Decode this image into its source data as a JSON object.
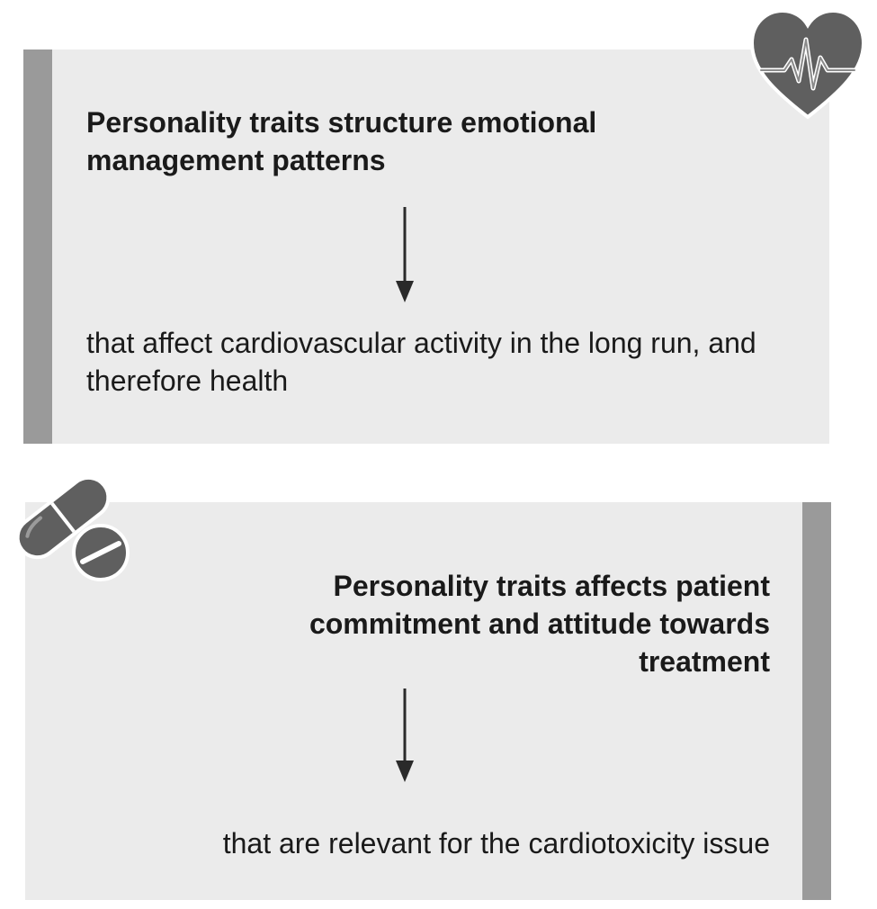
{
  "panels": [
    {
      "heading": "Personality traits structure emotional management patterns",
      "body": "that affect cardiovascular activity in the long run, and therefore health",
      "icon": "heart-pulse-icon"
    },
    {
      "heading": "Personality traits affects patient commitment and attitude towards treatment",
      "body": "that are relevant for the cardiotoxicity issue",
      "icon": "pills-icon"
    }
  ],
  "colors": {
    "panel_background": "#ebebeb",
    "accent_bar": "#9a9a9a",
    "icon_fill": "#5f5f5f",
    "arrow": "#2a2a2a"
  }
}
